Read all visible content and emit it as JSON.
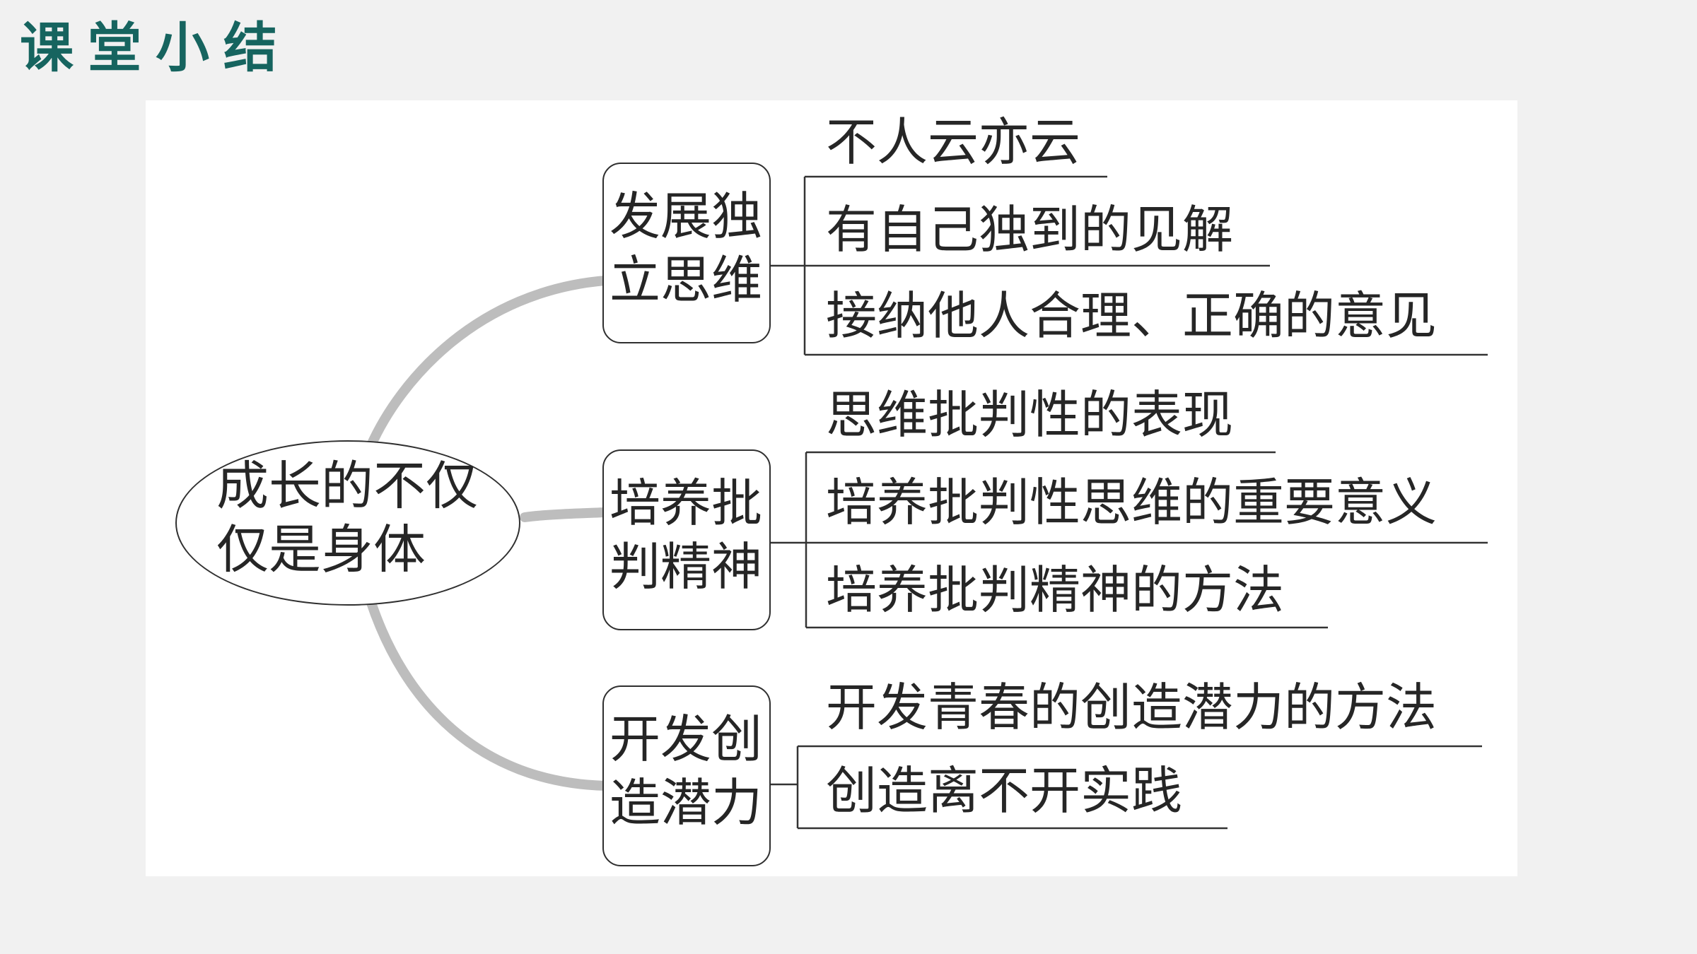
{
  "slide": {
    "title": "课堂小结",
    "title_color": "#16645f"
  },
  "mind_map": {
    "root": "成长的不仅\n仅是身体",
    "branches": [
      {
        "label": "发展独\n立思维",
        "leaves": [
          "不人云亦云",
          "有自己独到的见解",
          "接纳他人合理、正确的意见"
        ]
      },
      {
        "label": "培养批\n判精神",
        "leaves": [
          "思维批判性的表现",
          "培养批判性思维的重要意义",
          "培养批判精神的方法"
        ]
      },
      {
        "label": "开发创\n造潜力",
        "leaves": [
          "开发青春的创造潜力的方法",
          "创造离不开实践"
        ]
      }
    ],
    "connector_color": "#bdbdbd",
    "line_color": "#333333"
  }
}
